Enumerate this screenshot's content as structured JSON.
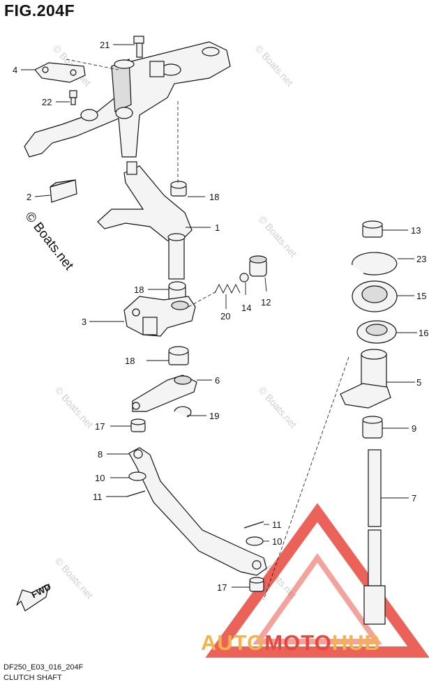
{
  "figure": {
    "title": "FIG.204F",
    "code": "DF250_E03_016_204F",
    "caption": "CLUTCH SHAFT"
  },
  "callouts": [
    {
      "id": "21",
      "label": "21"
    },
    {
      "id": "4",
      "label": "4"
    },
    {
      "id": "22",
      "label": "22"
    },
    {
      "id": "2",
      "label": "2"
    },
    {
      "id": "18a",
      "label": "18"
    },
    {
      "id": "1",
      "label": "1"
    },
    {
      "id": "18b",
      "label": "18"
    },
    {
      "id": "3",
      "label": "3"
    },
    {
      "id": "20",
      "label": "20"
    },
    {
      "id": "14",
      "label": "14"
    },
    {
      "id": "12",
      "label": "12"
    },
    {
      "id": "18c",
      "label": "18"
    },
    {
      "id": "6",
      "label": "6"
    },
    {
      "id": "17a",
      "label": "17"
    },
    {
      "id": "19",
      "label": "19"
    },
    {
      "id": "8",
      "label": "8"
    },
    {
      "id": "10a",
      "label": "10"
    },
    {
      "id": "11a",
      "label": "11"
    },
    {
      "id": "11b",
      "label": "11"
    },
    {
      "id": "10b",
      "label": "10"
    },
    {
      "id": "17b",
      "label": "17"
    },
    {
      "id": "13",
      "label": "13"
    },
    {
      "id": "23",
      "label": "23"
    },
    {
      "id": "15",
      "label": "15"
    },
    {
      "id": "16",
      "label": "16"
    },
    {
      "id": "5",
      "label": "5"
    },
    {
      "id": "9",
      "label": "9"
    },
    {
      "id": "7",
      "label": "7"
    }
  ],
  "fwd_label": "FWD",
  "watermarks": {
    "side": "© Boats.net",
    "faint": "© Boats.net"
  },
  "logo": {
    "part_a": "AUTO",
    "part_b": "MOTO",
    "part_c": "HUB",
    "color_a": "#f6b24a",
    "color_b": "#e8473d"
  }
}
